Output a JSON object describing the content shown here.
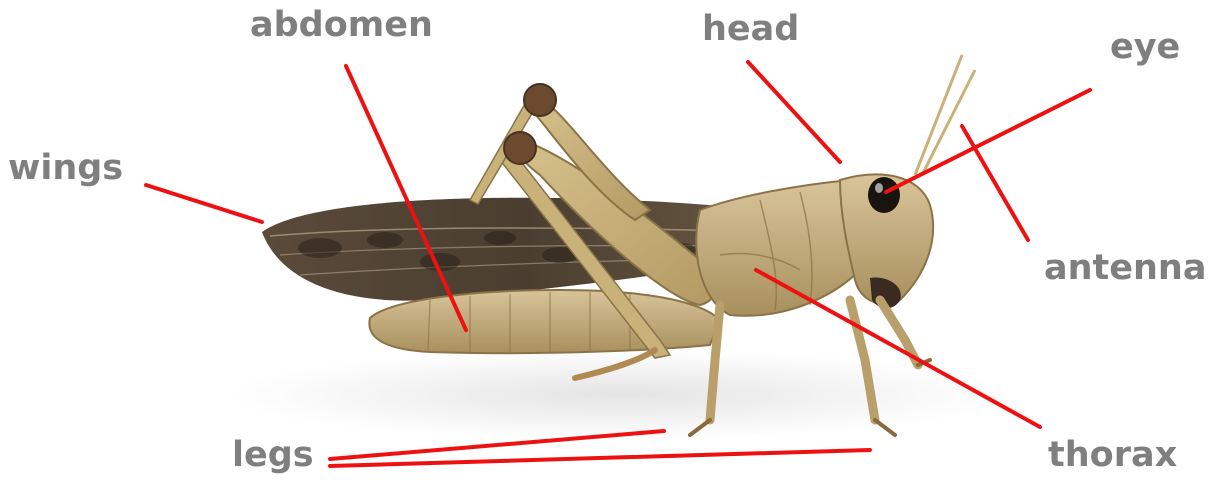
{
  "diagram": {
    "labels": {
      "abdomen": "abdomen",
      "head": "head",
      "eye": "eye",
      "wings": "wings",
      "antenna": "antenna",
      "legs": "legs",
      "thorax": "thorax"
    },
    "colors": {
      "label_text": "#7f7f7f",
      "leader_lines": "#ee1111",
      "background": "#ffffff"
    },
    "image": "grasshopper-illustration"
  }
}
